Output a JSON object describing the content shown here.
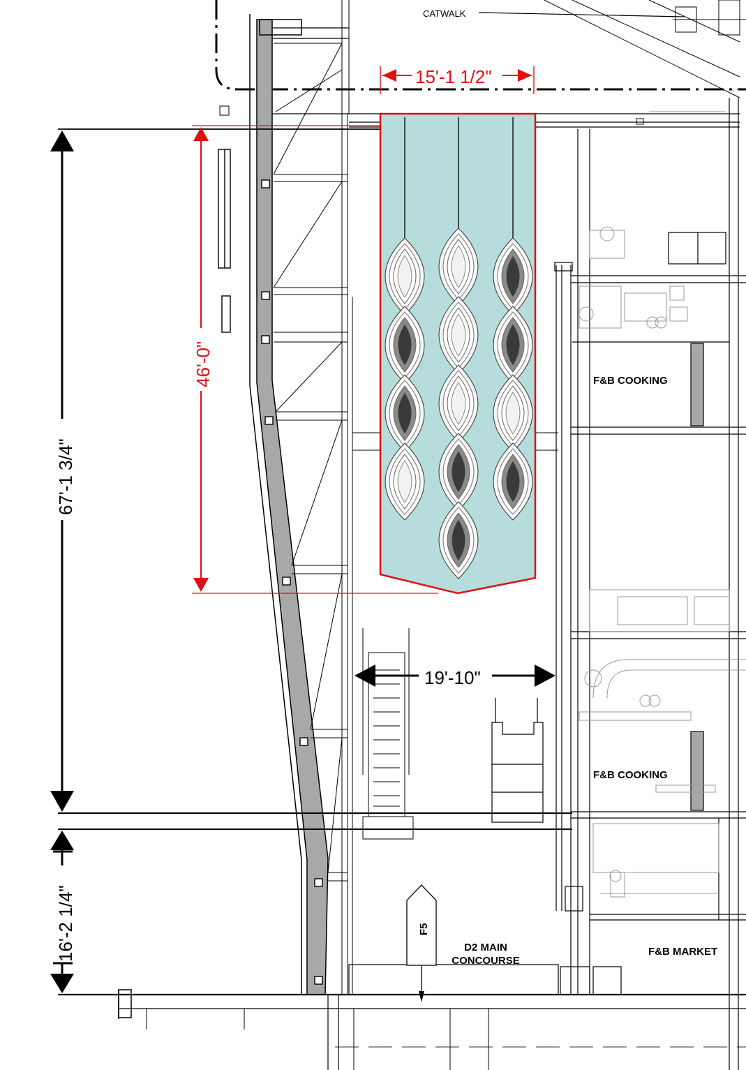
{
  "labels": {
    "catwalk": "CATWALK",
    "fb_cooking_upper": "F&B COOKING",
    "fb_cooking_lower": "F&B COOKING",
    "fb_market": "F&B MARKET",
    "concourse_line1": "D2 MAIN",
    "concourse_line2": "CONCOURSE",
    "section_marker": "F5"
  },
  "dimensions": {
    "artwork_width": "15'-1 1/2\"",
    "artwork_height": "46'-0\"",
    "total_height": "67'-1 3/4\"",
    "lower_height": "16'-2 1/4\"",
    "escalator_clearance": "19'-10\""
  },
  "colors": {
    "highlight_red": "#e01010",
    "artwork_fill": "#b6dcdc",
    "structure_gray": "#a8a8a8",
    "line_black": "#000000"
  }
}
